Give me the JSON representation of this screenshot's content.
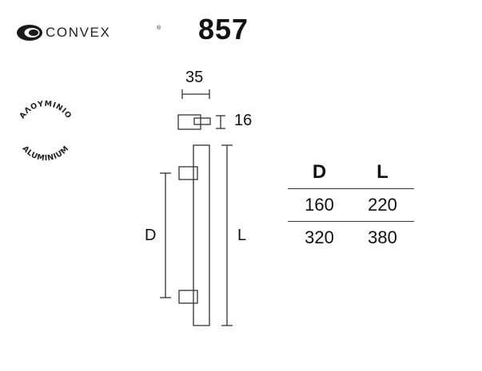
{
  "brand": {
    "name": "CONVEX",
    "registered_mark": "®"
  },
  "product": {
    "model": "857"
  },
  "material_seal": {
    "top_text": "ΑΛΟΥΜΙΝΙΟ",
    "bottom_text": "ALUMINIUM"
  },
  "drawing": {
    "width_label": "35",
    "depth_label": "16",
    "center_distance_label": "D",
    "length_label": "L",
    "line_color": "#333333"
  },
  "size_table": {
    "headers": [
      "D",
      "L"
    ],
    "rows": [
      [
        "160",
        "220"
      ],
      [
        "320",
        "380"
      ]
    ]
  }
}
